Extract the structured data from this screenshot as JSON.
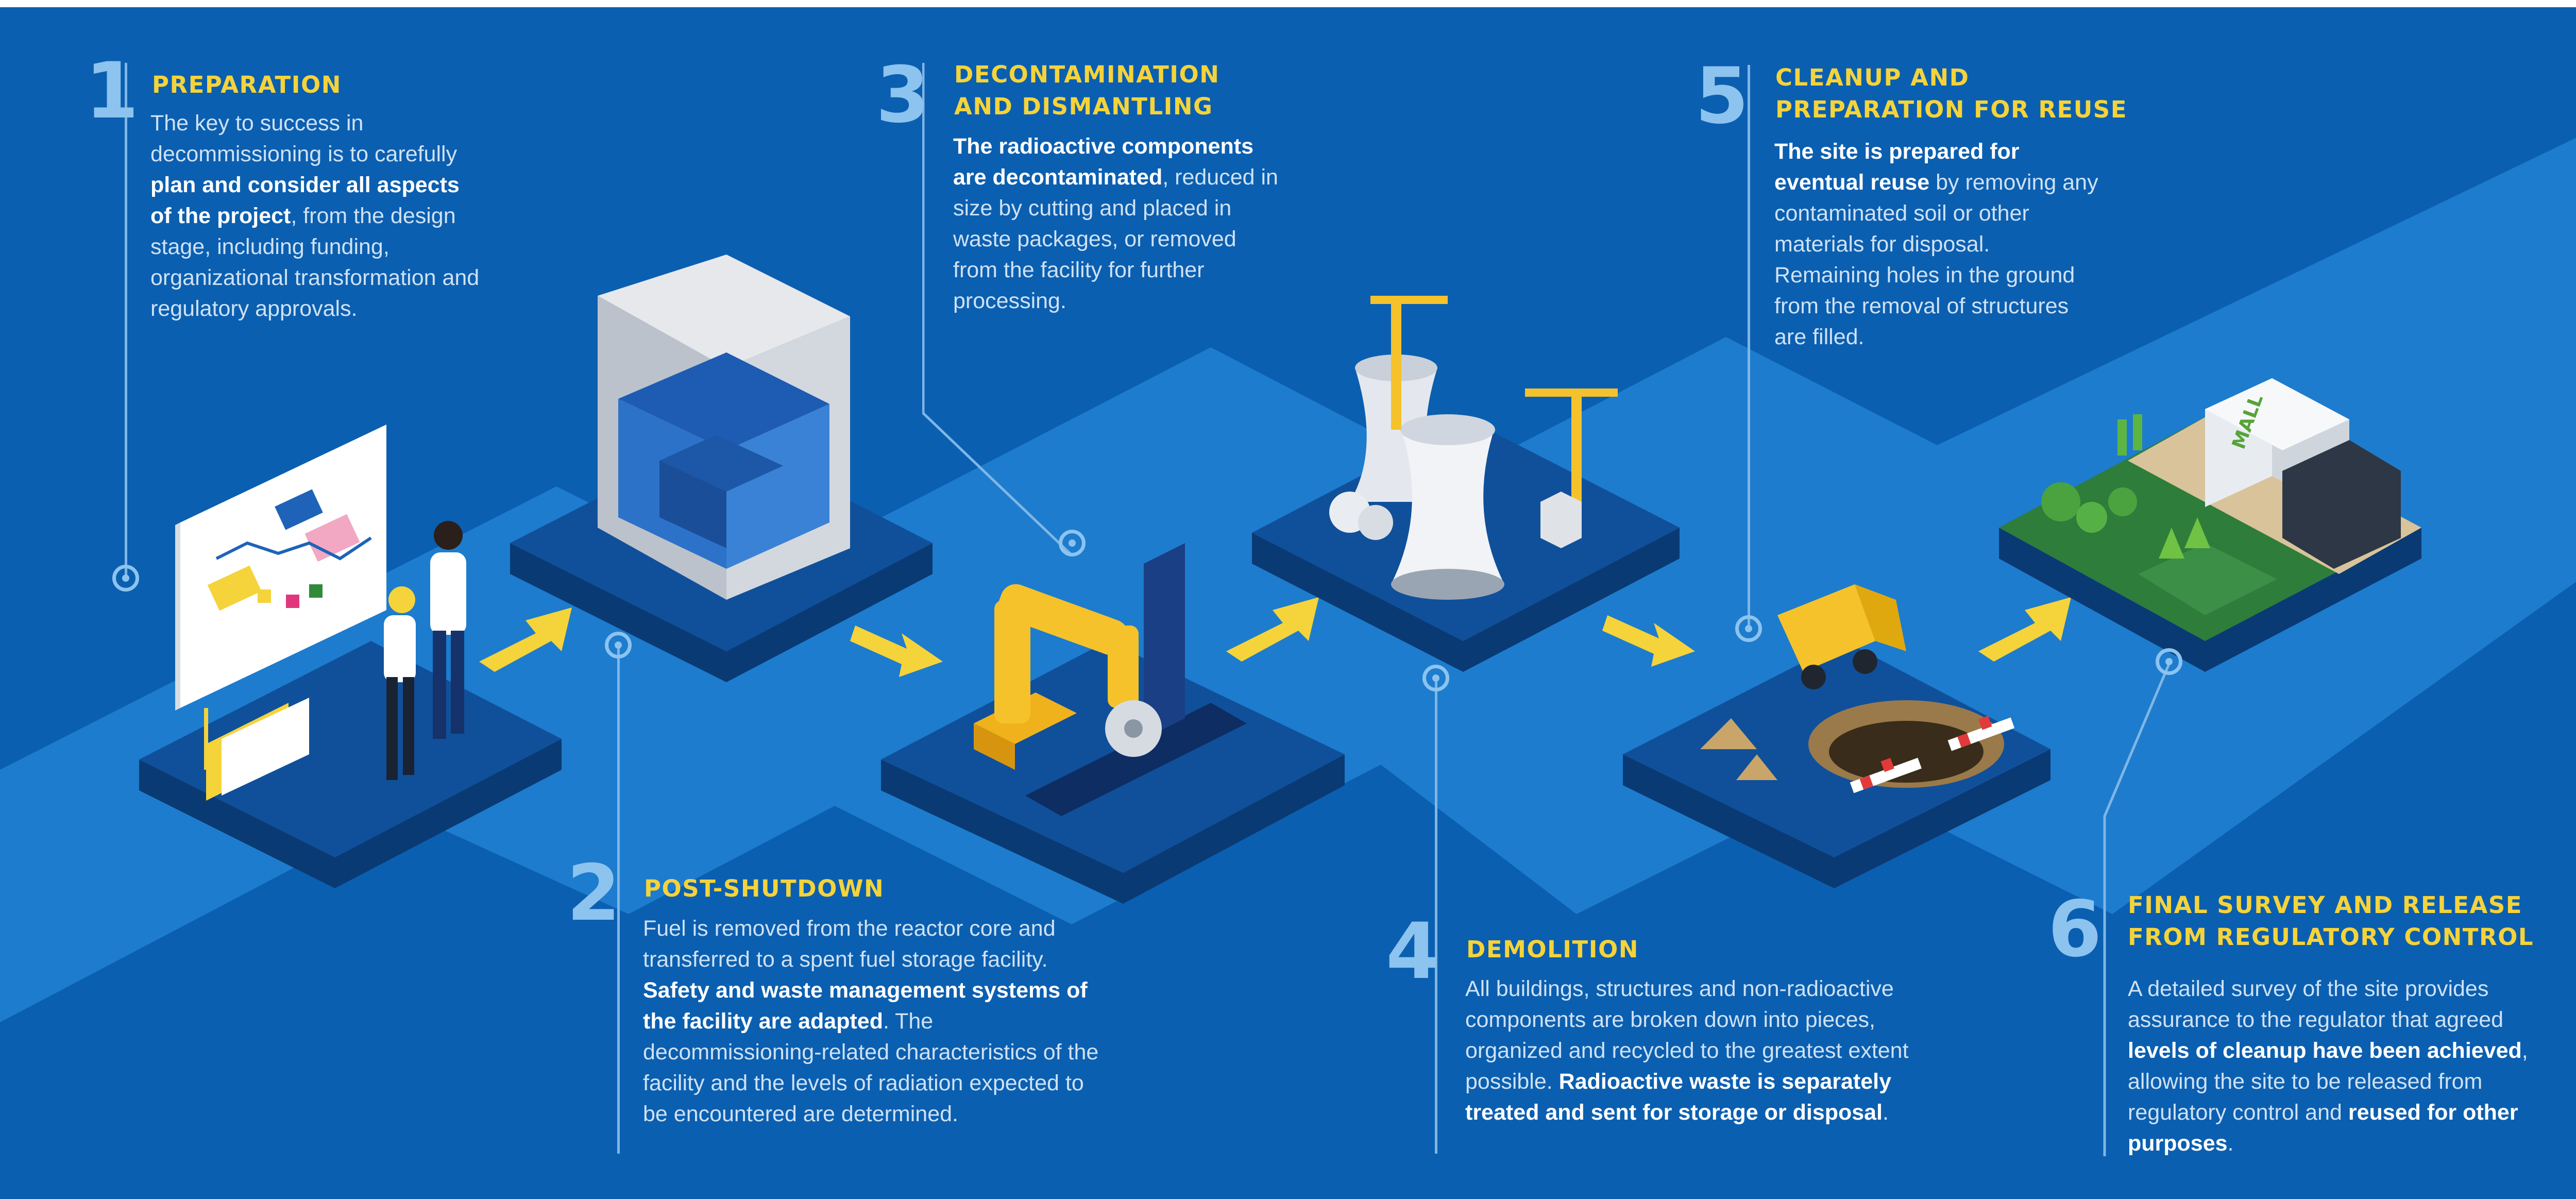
{
  "colors": {
    "background": "#0b5fb0",
    "band": "#1f7fd0",
    "platform_top": "#10509a",
    "platform_side": "#0a3a74",
    "number": "#8cc3ef",
    "heading": "#f5d33a",
    "arrow": "#f5d33a",
    "text": "#cfe1f4",
    "text_bold": "#ffffff"
  },
  "steps": [
    {
      "number": "1",
      "title": "PREPARATION",
      "segments": [
        {
          "text": "The key to success in decommissioning is to carefully ",
          "bold": false
        },
        {
          "text": "plan and consider all aspects of the project",
          "bold": true
        },
        {
          "text": ", from the design stage, including funding, organizational transformation and regulatory approvals.",
          "bold": false
        }
      ],
      "illustration_icon": "planning-board-with-people-icon"
    },
    {
      "number": "2",
      "title": "POST-SHUTDOWN",
      "segments": [
        {
          "text": "Fuel is removed from the reactor core and transferred to a spent fuel storage facility. ",
          "bold": false
        },
        {
          "text": "Safety and waste management systems of the facility are adapted",
          "bold": true
        },
        {
          "text": ". The decommissioning-related characteristics of the facility and the levels of radiation expected to be encountered are determined.",
          "bold": false
        }
      ],
      "illustration_icon": "spent-fuel-pool-icon"
    },
    {
      "number": "3",
      "title": "DECONTAMINATION\nAND DISMANTLING",
      "segments": [
        {
          "text": "The radioactive components are decontaminated",
          "bold": true
        },
        {
          "text": ", reduced in size by cutting and placed in waste packages, or removed from the facility for further processing.",
          "bold": false
        }
      ],
      "illustration_icon": "robotic-arm-cutting-icon"
    },
    {
      "number": "4",
      "title": "DEMOLITION",
      "segments": [
        {
          "text": "All buildings, structures and non-radioactive components are broken down into pieces, organized and recycled to the greatest extent possible. ",
          "bold": false
        },
        {
          "text": "Radioactive waste is separately treated and sent for storage or disposal",
          "bold": true
        },
        {
          "text": ".",
          "bold": false
        }
      ],
      "illustration_icon": "cooling-towers-and-cranes-icon"
    },
    {
      "number": "5",
      "title": "CLEANUP AND\nPREPARATION FOR REUSE",
      "segments": [
        {
          "text": "The site is prepared for eventual reuse",
          "bold": true
        },
        {
          "text": " by removing any contaminated soil or other materials for disposal. Remaining holes in the ground from the removal of structures are filled.",
          "bold": false
        }
      ],
      "illustration_icon": "dump-truck-filling-hole-icon"
    },
    {
      "number": "6",
      "title": "FINAL SURVEY AND RELEASE\nFROM REGULATORY CONTROL",
      "segments": [
        {
          "text": "A detailed survey of the site provides assurance to the regulator that agreed ",
          "bold": false
        },
        {
          "text": "levels of cleanup have been achieved",
          "bold": true
        },
        {
          "text": ", allowing the site to be released from regulatory control and ",
          "bold": false
        },
        {
          "text": "reused for other purposes",
          "bold": true
        },
        {
          "text": ".",
          "bold": false
        }
      ],
      "illustration_icon": "mall-on-green-site-icon"
    }
  ],
  "sign_text": "MALL"
}
